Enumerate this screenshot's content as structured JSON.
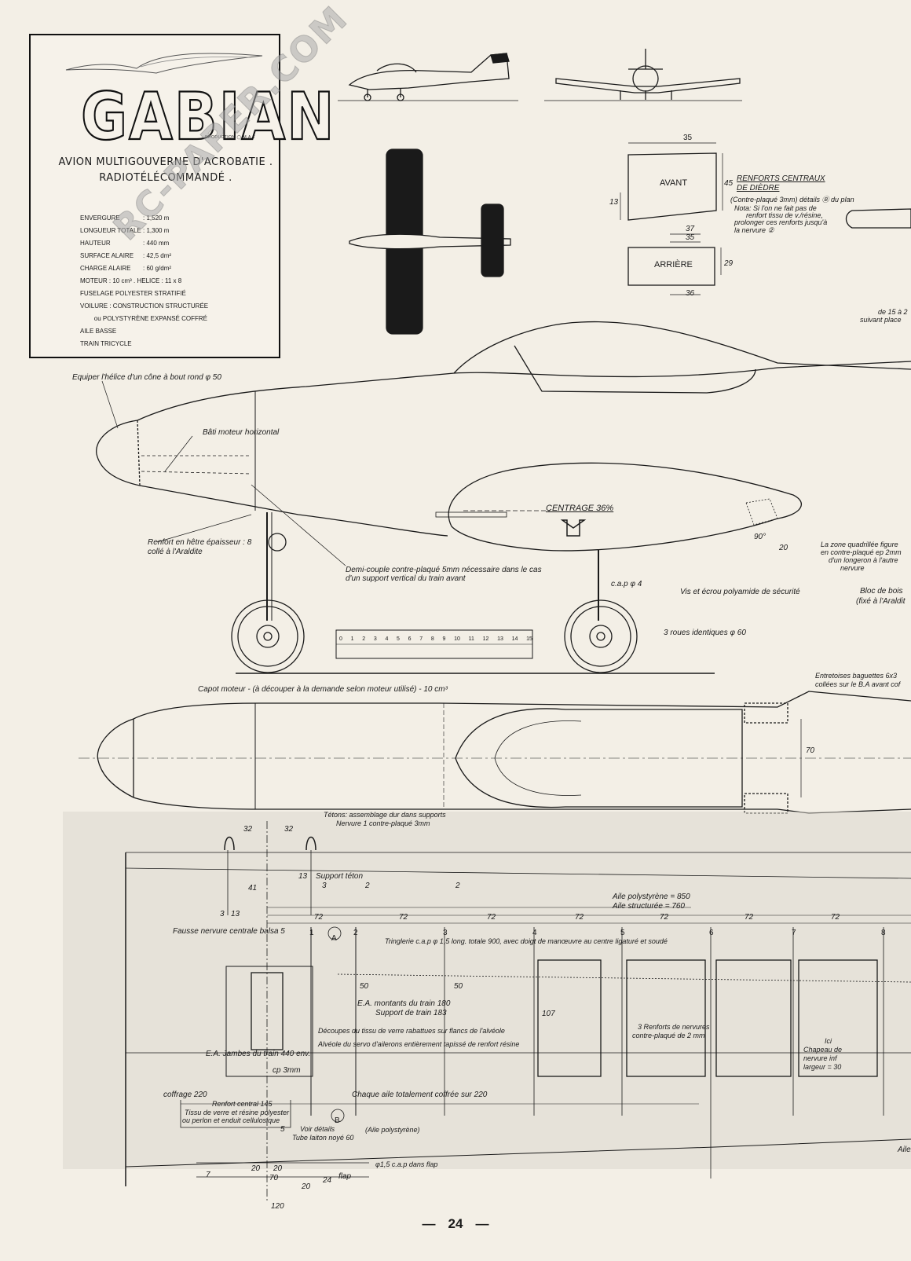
{
  "title_block": {
    "name": "GABIAN",
    "production": "PRODUCTION ◯.M.A.T",
    "subtitle_line1": "AVION MULTIGOUVERNE  D'ACROBATIE .",
    "subtitle_line2": "RADIOTÉLÉCOMMANDÉ .",
    "specs": [
      {
        "k": "ENVERGURE",
        "v": ": 1,520 m"
      },
      {
        "k": "LONGUEUR TOTALE",
        "v": ": 1,300 m"
      },
      {
        "k": "HAUTEUR",
        "v": ": 440 mm"
      },
      {
        "k": "SURFACE ALAIRE",
        "v": ": 42,5 dm²"
      },
      {
        "k": "CHARGE ALAIRE",
        "v": ": 60 g/dm²"
      },
      {
        "k": "MOTEUR : 10 cm³ . HELICE : 11 x 8",
        "v": ""
      },
      {
        "k": "FUSELAGE POLYESTER STRATIFIÉ",
        "v": ""
      },
      {
        "k": "VOILURE : CONSTRUCTION STRUCTURÉE",
        "v": ""
      },
      {
        "k": "        ou POLYSTYRÈNE EXPANSÉ COFFRÉ",
        "v": ""
      },
      {
        "k": "AILE BASSE",
        "v": ""
      },
      {
        "k": "TRAIN TRICYCLE",
        "v": ""
      }
    ]
  },
  "watermark": "RC-PAPER.COM",
  "renforts": {
    "avant": "AVANT",
    "arriere": "ARRIÈRE",
    "dim_35_top": "35",
    "dim_45": "45",
    "dim_13": "13",
    "dim_37": "37",
    "dim_35_mid": "35",
    "dim_29": "29",
    "dim_36": "36",
    "title1": "RENFORTS CENTRAUX",
    "title2": "DE DIÈDRE",
    "note1": "(Contre-plaqué 3mm) détails Ⓑ du plan",
    "note2": "Nota: Si l'on ne fait pas de",
    "note3": "renfort tissu de v./résine,",
    "note4": "prolonger ces renforts jusqu'à",
    "note5": "la nervure ②"
  },
  "side_view": {
    "helice": "Equiper l'hélice d'un cône à bout rond φ 50",
    "bati": "Bâti moteur horizontal",
    "centrage": "CENTRAGE 36%",
    "renfort1": "Renfort en hêtre épaisseur : 8",
    "renfort2": "collé à l'Araldite",
    "demi1": "Demi-couple contre-plaqué 5mm nécessaire dans le cas",
    "demi2": "d'un support vertical du train avant",
    "cap4": "c.a.p φ 4",
    "vis": "Vis et écrou polyamide de sécurité",
    "roues": "3 roues identiques φ 60",
    "angle": "90°",
    "dim20": "20",
    "zone1": "La zone quadrillée figure",
    "zone2": "en contre-plaqué ep 2mm",
    "zone3": "d'un longeron à l'autre",
    "zone4": "nervure",
    "bloc1": "Bloc de bois",
    "bloc2": "(fixé à l'Araldit",
    "de15a1": "de 15 à 2",
    "de15a2": "suivant place",
    "scale": [
      "0",
      "1",
      "2",
      "3",
      "4",
      "5",
      "6",
      "7",
      "8",
      "9",
      "10",
      "11",
      "12",
      "13",
      "14",
      "15"
    ]
  },
  "top_view": {
    "capot": "Capot moteur - (à découper à la demande selon moteur utilisé) - 10 cm³",
    "entretoises1": "Entretoises baguettes 6x3",
    "entretoises2": "collées sur le B.A avant cof",
    "dim70": "70",
    "tetons1": "Tétons: assemblage dur dans supports",
    "tetons2": "Nervure 1 contre-plaqué 3mm"
  },
  "wing": {
    "d32a": "32",
    "d32b": "32",
    "d13": "13",
    "support_teton": "Support téton",
    "d3": "3",
    "d2a": "2",
    "d2b": "2",
    "d41": "41",
    "d3b": "3",
    "d13b": "13",
    "aile_poly": "Aile polystyrène = 850",
    "aile_struct": "Aile structurée = 760",
    "spacings": [
      "72",
      "72",
      "72",
      "72",
      "72",
      "72",
      "72"
    ],
    "fausse": "Fausse nervure centrale balsa 5",
    "ribs": [
      "1",
      "2",
      "3",
      "4",
      "5",
      "6",
      "7",
      "8"
    ],
    "markA": "A",
    "markB": "B",
    "tringlerie": "Tringlerie c.a.p φ 1,5 long. totale 900, avec doigt de manœuvre au centre ligaturé et soudé",
    "d50a": "50",
    "d50b": "50",
    "ea_montants": "E.A. montants du train 180",
    "support_train": "Support de train 183",
    "d107": "107",
    "decoupes": "Découpes du tissu de verre rabattues sur flancs de l'alvéole",
    "alveole": "Alvéole du servo d'ailerons entièrement tapissé de renfort résine",
    "renforts_nerv1": "3 Renforts de nervures",
    "renforts_nerv2": "contre-plaqué de 2 mm",
    "ea_jambes": "E.A. Jambes du train 440 env.",
    "cp3": "cp 3mm",
    "ici1": "Ici",
    "ici2": "Chapeau de",
    "ici3": "nervure inf",
    "ici4": "largeur = 30",
    "coffrage": "coffrage 220",
    "renfort_central": "Renfort central 145",
    "tissu1": "Tissu de verre et résine polyester",
    "tissu2": "ou perlon et enduit cellulosique",
    "chaque": "Chaque aile totalement coffrée sur 220",
    "d5": "5",
    "voir": "Voir détails",
    "tube": "Tube laiton noyé 60",
    "aile_poly_note": "(Aile polystyrène)",
    "cap15": "φ1,5 c.a.p dans flap",
    "d7": "7",
    "d20a": "20",
    "d20b": "20",
    "d70": "70",
    "d20c": "20",
    "d24": "24",
    "flap": "flap",
    "d120": "120",
    "aile_edge": "Ailer"
  },
  "page_number": "24"
}
